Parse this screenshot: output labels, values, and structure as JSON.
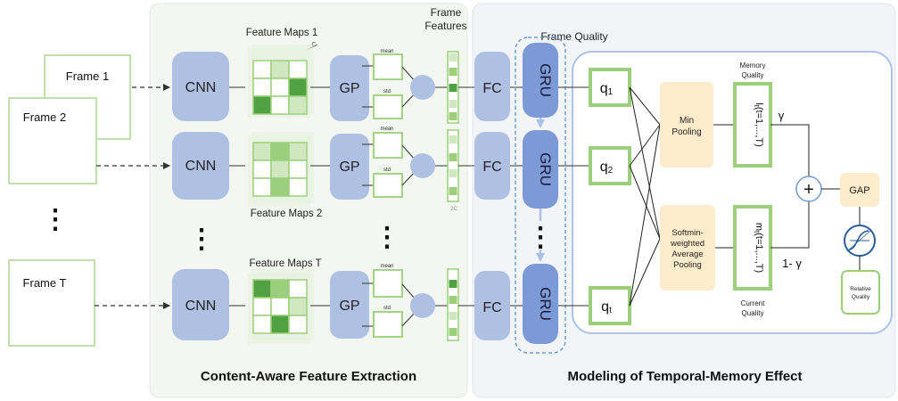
{
  "frames": {
    "frame1": "Frame 1",
    "frame2": "Frame 2",
    "frameT": "Frame T"
  },
  "blocks": {
    "cnn": "CNN",
    "gp": "GP",
    "fc": "FC",
    "gru": "GRU",
    "gap": "GAP",
    "plus": "+",
    "min_pooling": [
      "Min",
      "Pooling"
    ],
    "softmin_pooling": [
      "Softmin-",
      "weighted",
      "Average",
      "Pooling"
    ]
  },
  "labels": {
    "feature_maps_1": "Feature Maps 1",
    "feature_maps_2": "Feature Maps 2",
    "feature_maps_t": "Feature Maps T",
    "frame_features": [
      "Frame",
      "Features"
    ],
    "frame_quality": "Frame Quality",
    "mean": "mean",
    "std": "std",
    "c": "C",
    "two_c": "2C",
    "memory_quality": [
      "Memory",
      "Quality"
    ],
    "current_quality": [
      "Current",
      "Quality"
    ],
    "relative_quality": [
      "Relative",
      "Quality"
    ],
    "gamma": "γ",
    "one_minus_gamma": "1- γ",
    "ellipsis": "⋮"
  },
  "quality": {
    "q1_base": "q",
    "q1_sub": "1",
    "q2_base": "q",
    "q2_sub": "2",
    "qt_base": "q",
    "qt_sub": "t",
    "l_base": "l",
    "l_sub": "t",
    "l_range": "(t=1,...,T)",
    "m_base": "m",
    "m_sub": "t",
    "m_range": "(t=1,...,T)"
  },
  "sections": {
    "left_title": "Content-Aware Feature Extraction",
    "right_title": "Modeling of Temporal-Memory Effect"
  },
  "colors": {
    "block_blue": "#afc1e2",
    "gru_blue": "#7b9ad6",
    "green": "#9ccf7c",
    "green_dark": "#4fa142",
    "green_light": "#cfe8c0",
    "pooling_yellow": "#fdeccb",
    "panel_left": "#f4f6f2",
    "panel_right": "#f2f4f8",
    "panel_border": "#aec3e6",
    "dashed_blue": "#6d9bd1"
  }
}
